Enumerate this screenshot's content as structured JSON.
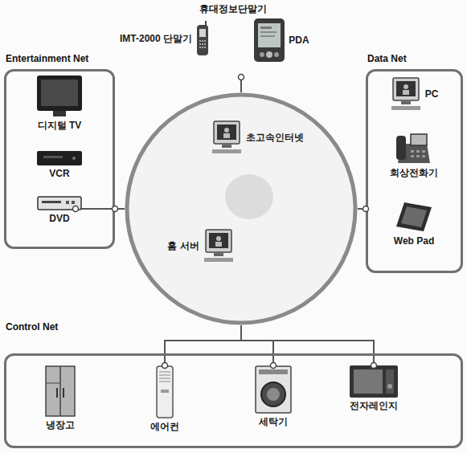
{
  "diagram": {
    "nodes": [
      {
        "text": [
          "휴대정보단말기"
        ]
      },
      {
        "text": [
          "IMT-2000 단말기"
        ],
        "in": 0
      },
      {
        "text": [
          "PDA"
        ],
        "in": 0
      },
      {
        "text": [
          "Entertainment Net"
        ]
      },
      {
        "text": [
          "디지털 TV"
        ],
        "in": 3
      },
      {
        "text": [
          "VCR"
        ],
        "in": 3
      },
      {
        "text": [
          "DVD"
        ],
        "in": 3
      },
      {
        "text": []
      },
      {
        "text": [
          "초고속인터넷"
        ],
        "in": 7
      },
      {
        "text": [
          "홈 서버"
        ],
        "in": 7
      },
      {
        "text": [
          "Data Net"
        ]
      },
      {
        "text": [
          "PC"
        ],
        "in": 10
      },
      {
        "text": [
          "회상전화기"
        ],
        "in": 10
      },
      {
        "text": [
          "Web Pad"
        ],
        "in": 10
      },
      {
        "text": [
          "Control Net"
        ]
      },
      {
        "text": [
          "냉장고"
        ],
        "in": 14
      },
      {
        "text": [
          "에어컨"
        ],
        "in": 14
      },
      {
        "text": [
          "세탁기"
        ],
        "in": 14
      },
      {
        "text": [
          "전자레인지"
        ],
        "in": 14
      }
    ],
    "edges": [
      {
        "from": 7,
        "to": 0,
        "arrow": "none"
      },
      {
        "from": 7,
        "to": 3,
        "arrow": "none"
      },
      {
        "from": 7,
        "to": 10,
        "arrow": "none"
      },
      {
        "from": 7,
        "to": 15,
        "arrow": "none"
      },
      {
        "from": 7,
        "to": 16,
        "arrow": "none"
      },
      {
        "from": 7,
        "to": 17,
        "arrow": "none"
      },
      {
        "from": 7,
        "to": 18,
        "arrow": "none"
      }
    ]
  }
}
